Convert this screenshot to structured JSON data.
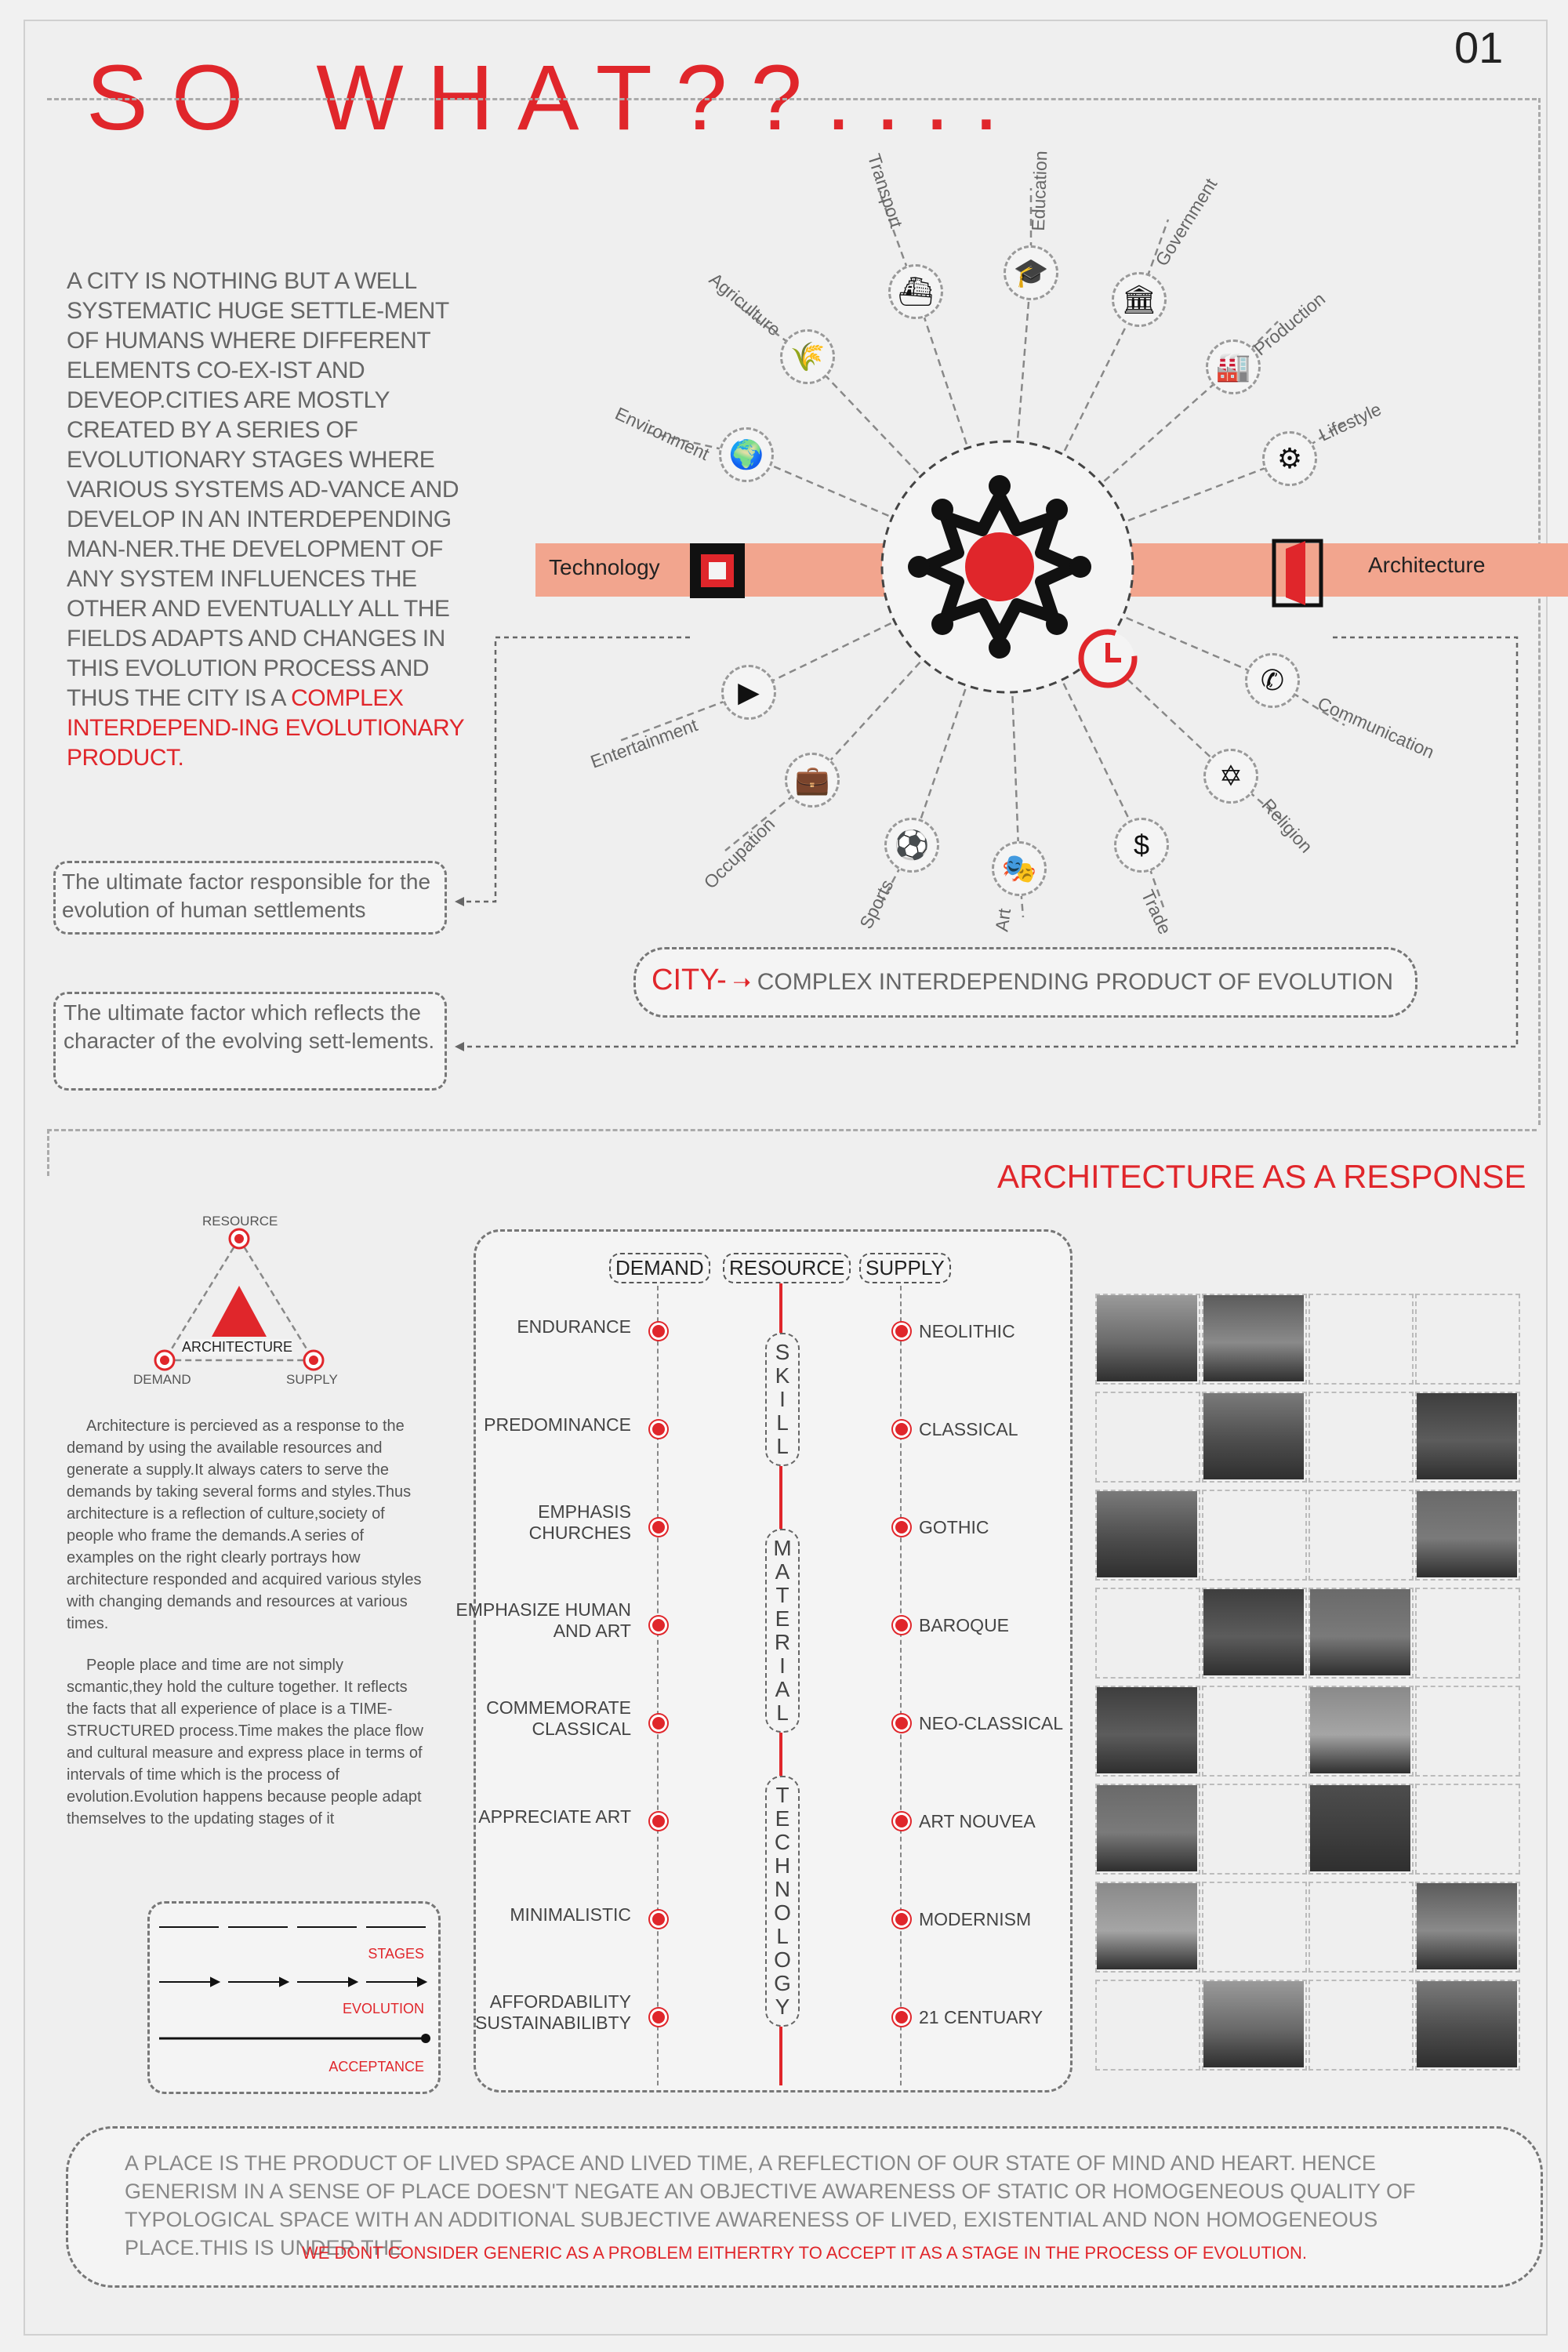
{
  "page_number": "01",
  "title": "SO WHAT??....",
  "intro": {
    "text": "A CITY IS NOTHING BUT A WELL SYSTEMATIC HUGE SETTLE-MENT OF HUMANS WHERE DIFFERENT ELEMENTS CO-EX-IST AND DEVEOP.CITIES ARE MOSTLY CREATED BY A SERIES OF EVOLUTIONARY STAGES WHERE VARIOUS SYSTEMS AD-VANCE AND DEVELOP IN AN INTERDEPENDING MAN-NER.THE DEVELOPMENT OF ANY SYSTEM INFLUENCES THE OTHER AND EVENTUALLY ALL THE FIELDS ADAPTS AND CHANGES IN THIS EVOLUTION PROCESS AND THUS THE CITY IS A ",
    "highlight": "COMPLEX INTERDEPEND-ING EVOLUTIONARY PRODUCT."
  },
  "diagram": {
    "band_left": "Technology",
    "band_right": "Architecture",
    "nodes": [
      {
        "label": "Transport",
        "icon": "ship-icon",
        "glyph": "⛴"
      },
      {
        "label": "Education",
        "icon": "graduation-cap-icon",
        "glyph": "🎓"
      },
      {
        "label": "Government",
        "icon": "government-building-icon",
        "glyph": "🏛"
      },
      {
        "label": "Production",
        "icon": "factory-icon",
        "glyph": "🏭"
      },
      {
        "label": "Lifestyle",
        "icon": "lifestyle-icon",
        "glyph": "⚙"
      },
      {
        "label": "Communication",
        "icon": "phone-icon",
        "glyph": "✆"
      },
      {
        "label": "Religion",
        "icon": "star-of-david-icon",
        "glyph": "✡"
      },
      {
        "label": "Trade",
        "icon": "dollar-icon",
        "glyph": "$"
      },
      {
        "label": "Art",
        "icon": "theatre-masks-icon",
        "glyph": "🎭"
      },
      {
        "label": "Sports",
        "icon": "ball-icon",
        "glyph": "⚽"
      },
      {
        "label": "Occupation",
        "icon": "briefcase-icon",
        "glyph": "💼"
      },
      {
        "label": "Entertainment",
        "icon": "play-icon",
        "glyph": "▶"
      },
      {
        "label": "Environment",
        "icon": "globe-icon",
        "glyph": "🌍"
      },
      {
        "label": "Agriculture",
        "icon": "wheat-icon",
        "glyph": "🌾"
      }
    ]
  },
  "callout_1": "The ultimate factor responsible for the evolution of human settlements",
  "callout_2": "The ultimate factor which reflects the character of the evolving sett-lements.",
  "city_box": {
    "city": "CITY-",
    "text": "COMPLEX INTERDEPENDING PRODUCT OF EVOLUTION"
  },
  "section2_title": "ARCHITECTURE AS A RESPONSE",
  "triangle": {
    "top": "RESOURCE",
    "center": "ARCHITECTURE",
    "left": "DEMAND",
    "right": "SUPPLY"
  },
  "paragraph_1": "Architecture is percieved as a response to the demand by using the available resources and generate a supply.It always caters to serve the demands by taking several forms and styles.Thus architecture is a reflection of culture,society of people who frame the demands.A series of examples on the right clearly portrays how architecture responded and acquired various styles with changing demands and resources at various times.",
  "paragraph_2": "People place and time are not simply scmantic,they hold the culture together. It reflects the facts that all experience of place is a TIME-STRUCTURED process.Time makes the place flow and cultural measure and express place in terms of intervals of time which is the process of evolution.Evolution happens because people adapt themselves to the updating stages of it",
  "legend": {
    "stages": "STAGES",
    "evolution": "EVOLUTION",
    "acceptance": "ACCEPTANCE"
  },
  "table": {
    "headers": {
      "demand": "DEMAND",
      "resource": "RESOURCE",
      "supply": "SUPPLY"
    },
    "resource_words": [
      "SKILL",
      "MATERIAL",
      "TECHNOLOGY"
    ],
    "rows": [
      {
        "demand": "ENDURANCE",
        "supply": "NEOLITHIC"
      },
      {
        "demand": "PREDOMINANCE",
        "supply": "CLASSICAL"
      },
      {
        "demand": "EMPHASIS CHURCHES",
        "supply": "GOTHIC"
      },
      {
        "demand": "EMPHASIZE HUMAN AND ART",
        "supply": "BAROQUE"
      },
      {
        "demand": "COMMEMORATE CLASSICAL",
        "supply": "NEO-CLASSICAL"
      },
      {
        "demand": "APPRECIATE ART",
        "supply": "ART NOUVEA"
      },
      {
        "demand": "MINIMALISTIC",
        "supply": "MODERNISM"
      },
      {
        "demand": "AFFORDABILITY SUSTAINABILIBTY",
        "supply": "21 CENTUARY"
      }
    ]
  },
  "quote": {
    "text": "A PLACE IS THE PRODUCT OF LIVED SPACE AND LIVED TIME, A REFLECTION OF OUR STATE OF MIND AND HEART. HENCE GENERISM IN A SENSE OF PLACE DOESN'T NEGATE AN OBJECTIVE AWARENESS OF STATIC OR HOMOGENEOUS QUALITY OF TYPOLOGICAL SPACE WITH AN ADDITIONAL SUBJECTIVE AWARENESS OF LIVED, EXISTENTIAL AND NON HOMOGENEOUS PLACE.THIS IS UNDER THE",
    "conclusion": "WE DONT CONSIDER GENERIC AS A PROBLEM EITHERTRY TO ACCEPT IT AS A STAGE IN THE PROCESS OF EVOLUTION."
  },
  "colors": {
    "accent": "#e0262b",
    "band": "#f2a58e",
    "text": "#555555"
  }
}
